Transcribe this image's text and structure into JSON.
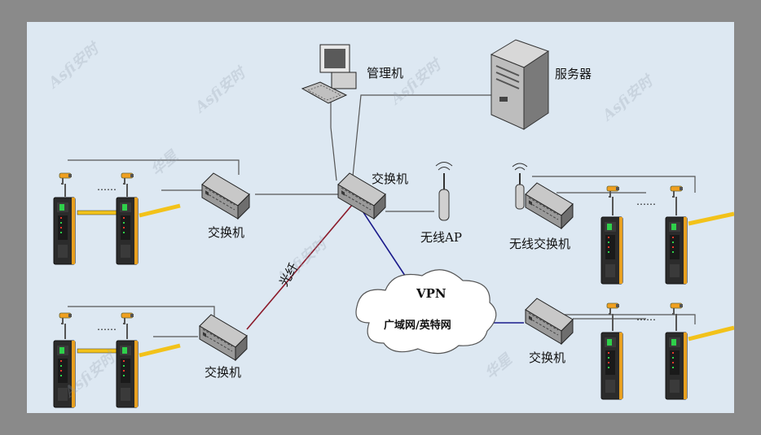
{
  "labels": {
    "management_pc": "管理机",
    "server": "服务器",
    "core_switch": "交换机",
    "wireless_ap": "无线AP",
    "wireless_switch": "无线交换机",
    "left_upper_switch": "交换机",
    "left_lower_switch": "交换机",
    "right_lower_switch": "交换机",
    "fiber": "光纤",
    "vpn_title": "VPN",
    "vpn_subtitle": "广域网/英特网",
    "dots": "……"
  },
  "watermark": {
    "brand_en": "Asfi",
    "brand_cn": "安时",
    "brand_alt": "华星"
  },
  "colors": {
    "canvas": "#dde8f2",
    "frame": "#8a8a8a",
    "line": "#555555",
    "fiber": "#8b1a2a",
    "vpn_link": "#1a1a8b",
    "barrier_yellow": "#f2c21a",
    "terminal_body": "#2b2b2b",
    "terminal_trim": "#e8a020",
    "led_green": "#2fd04a",
    "led_red": "#e63a2a"
  }
}
